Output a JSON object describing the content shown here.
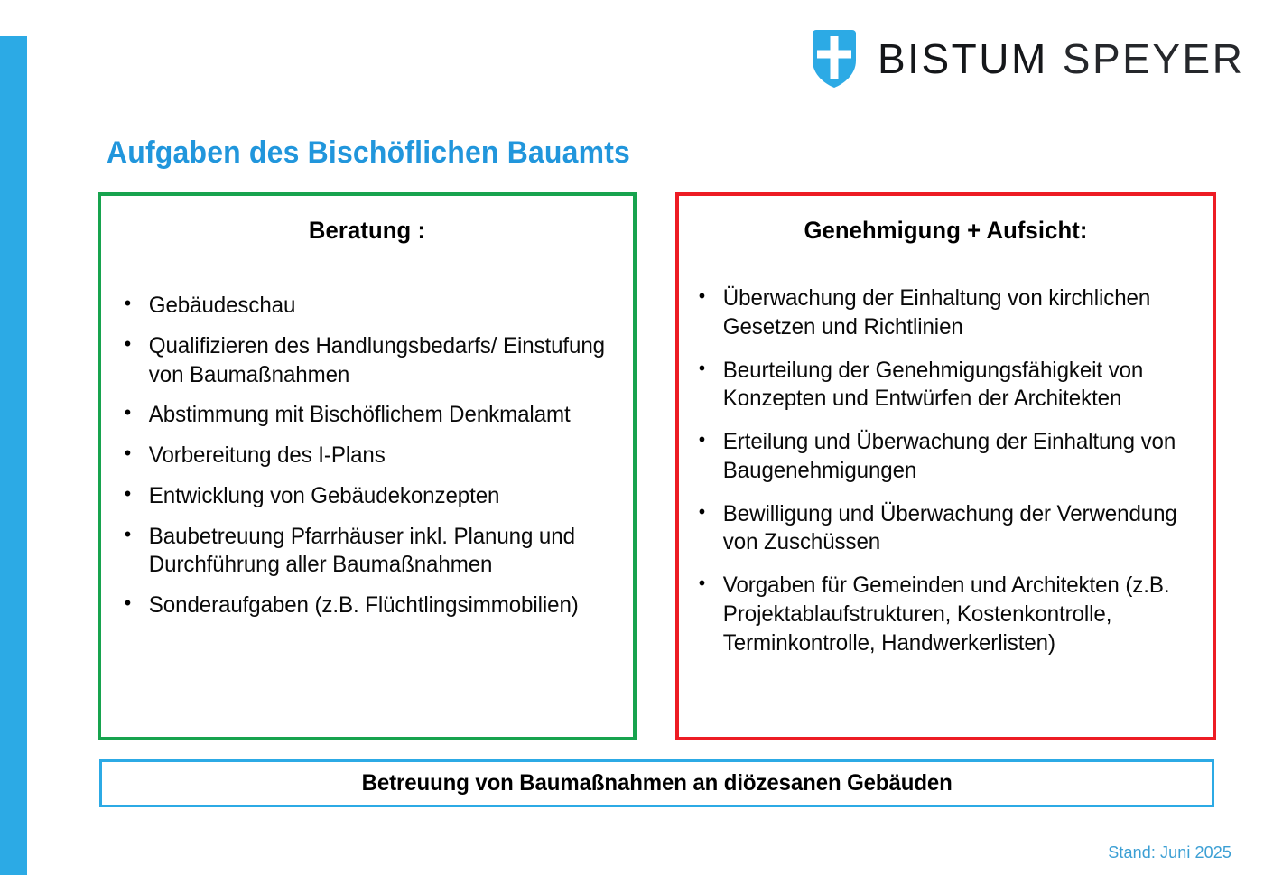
{
  "brand": {
    "shield_icon": "shield-cross-icon",
    "word_1": "BISTUM",
    "word_2": "SPEYER",
    "shield_color": "#2CAAE5",
    "cross_color": "#ffffff",
    "text_color": "#15171a"
  },
  "accent": {
    "bar_color": "#2CAAE5"
  },
  "title": {
    "text": "Aufgaben des Bischöflichen Bauamts",
    "color": "#2196DC"
  },
  "panels": [
    {
      "id": "beratung",
      "heading": "Beratung :",
      "border_color": "#17A34E",
      "items": [
        "Gebäudeschau",
        "Qualifizieren des Handlungsbedarfs/ Einstufung von Baumaßnahmen",
        "Abstimmung mit Bischöflichem Denkmalamt",
        "Vorbereitung des I-Plans",
        "Entwicklung von Gebäudekonzepten",
        "Baubetreuung Pfarrhäuser inkl. Planung und Durchführung aller Baumaßnahmen",
        "Sonderaufgaben (z.B. Flüchtlingsimmobilien)"
      ]
    },
    {
      "id": "genehmigung",
      "heading": "Genehmigung + Aufsicht:",
      "border_color": "#ED1C24",
      "items": [
        "Überwachung der Einhaltung von kirchlichen Gesetzen und Richtlinien",
        "Beurteilung der Genehmigungsfähigkeit von Konzepten und Entwürfen der Architekten",
        "Erteilung  und Überwachung der Einhaltung von Baugenehmigungen",
        "Bewilligung und Überwachung der Verwendung von Zuschüssen",
        "Vorgaben für Gemeinden und Architekten (z.B. Projektablaufstrukturen, Kostenkontrolle, Terminkontrolle, Handwerkerlisten)"
      ]
    }
  ],
  "bottom_banner": {
    "text": "Betreuung von Baumaßnahmen an diözesanen Gebäuden",
    "border_color": "#2CAAE5"
  },
  "footer": {
    "stand": "Stand: Juni 2025",
    "color": "#3B9FD4"
  }
}
